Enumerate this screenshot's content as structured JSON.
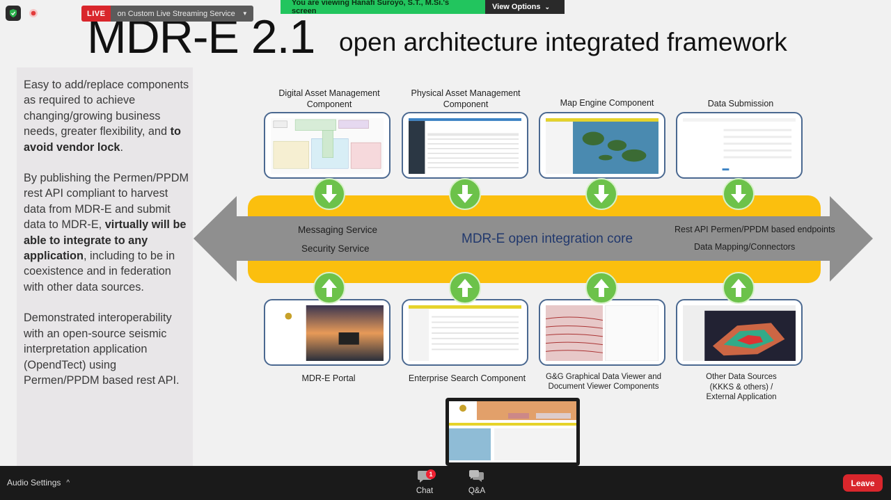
{
  "zoom": {
    "live_badge": "LIVE",
    "live_service": "on Custom Live Streaming Service",
    "viewing_text": "You are viewing Hanafi Suroyo, S.T., M.Si.'s screen",
    "view_options": "View Options"
  },
  "slide": {
    "title_main": "MDR-E 2.1",
    "title_sub": "open architecture integrated framework",
    "left_panel": {
      "p1_a": "Easy to add/replace components as required to achieve changing/growing business needs, greater flexibility, and ",
      "p1_bold": "to avoid vendor lock",
      "p1_c": ".",
      "p2_a": "By publishing the Permen/PPDM rest API compliant to harvest data from MDR-E and submit data to MDR-E, ",
      "p2_bold": "virtually will be able to integrate to any application",
      "p2_c": ", including to be in coexistence and in federation with other data sources.",
      "p3": "Demonstrated interoperability with an open-source seismic interpretation application (OpendTect) using Permen/PPDM based rest API."
    },
    "top_components": [
      "Digital Asset Management Component",
      "Physical Asset Management Component",
      "Map Engine Component",
      "Data Submission"
    ],
    "bottom_components": [
      "MDR-E Portal",
      "Enterprise Search Component",
      "G&G Graphical Data Viewer and Document Viewer Components",
      "Other Data Sources (KKKS & others) / External Application"
    ],
    "core": {
      "title": "MDR-E open integration core",
      "left_1": "Messaging Service",
      "left_2": "Security Service",
      "right_1": "Rest API Permen/PPDM based endpoints",
      "right_2": "Data Mapping/Connectors"
    }
  },
  "taskbar": {
    "audio_settings": "Audio Settings",
    "chat": "Chat",
    "chat_badge": "1",
    "qa": "Q&A",
    "leave": "Leave"
  },
  "colors": {
    "core_band": "#fbbf0e",
    "arrow_gray": "#8f8f8f",
    "frame_border": "#4a6890",
    "core_title": "#21386d",
    "live_red": "#d9262c",
    "banner_green": "#22c55e"
  }
}
